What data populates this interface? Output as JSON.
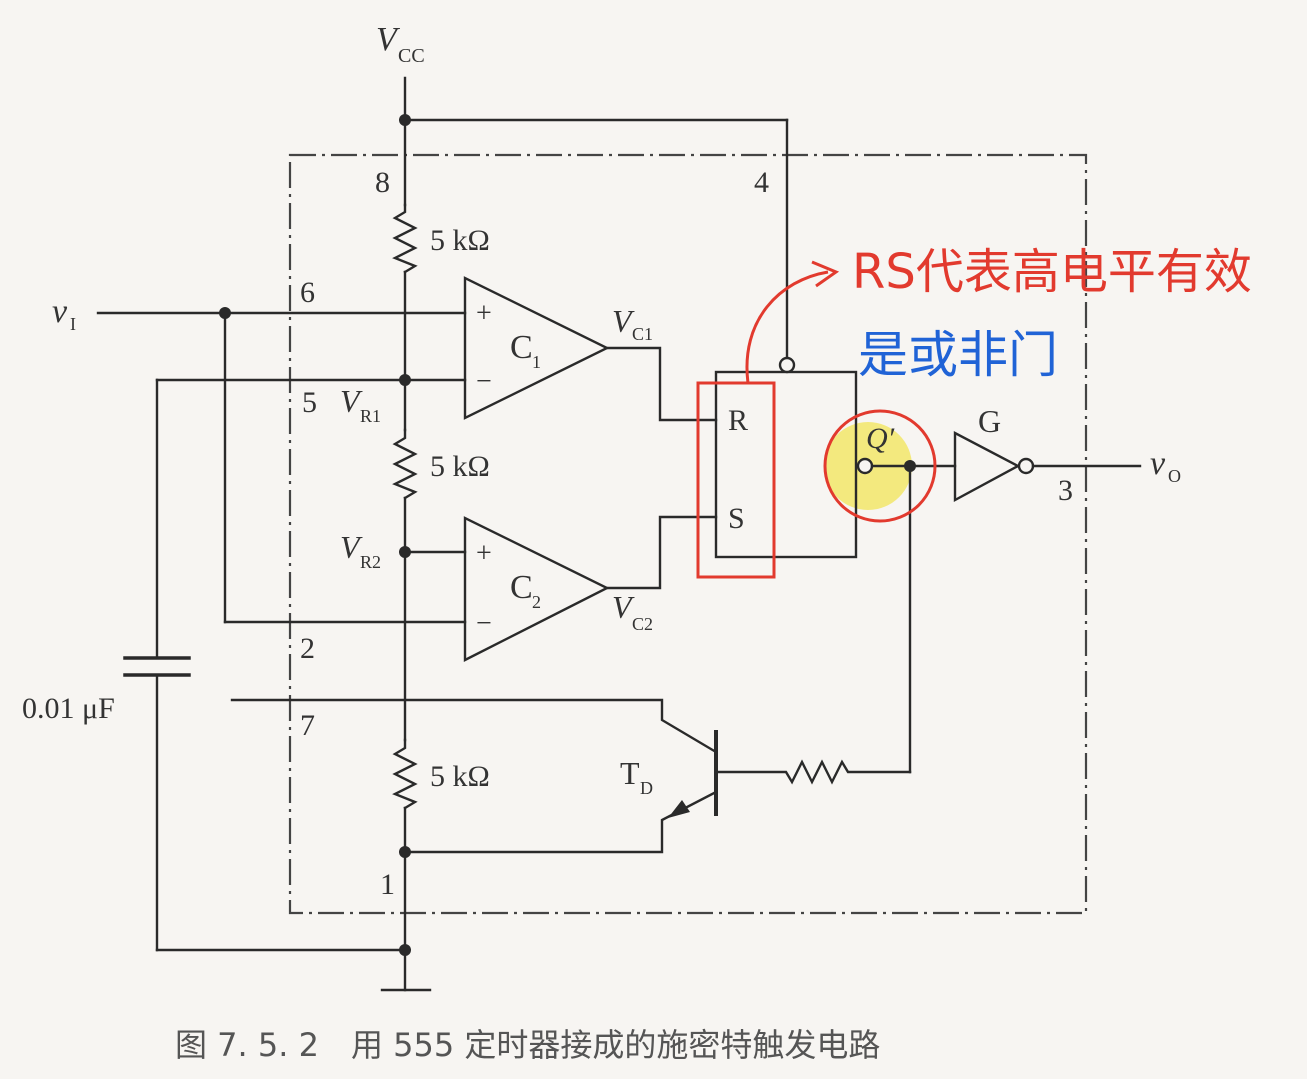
{
  "labels": {
    "vcc": "V",
    "vcc_sub": "CC",
    "pin8": "8",
    "pin4": "4",
    "pin6": "6",
    "pin5": "5",
    "pin2": "2",
    "pin7": "7",
    "pin1": "1",
    "pin3": "3",
    "r_top": "5 kΩ",
    "r_mid": "5 kΩ",
    "r_bot": "5 kΩ",
    "vi": "v",
    "vi_sub": "I",
    "vo": "v",
    "vo_sub": "O",
    "vr1": "V",
    "vr1_sub": "R1",
    "vr2": "V",
    "vr2_sub": "R2",
    "c1": "C",
    "c1_sub": "1",
    "c2": "C",
    "c2_sub": "2",
    "vc1": "V",
    "vc1_sub": "C1",
    "vc2": "V",
    "vc2_sub": "C2",
    "plus": "+",
    "minus": "−",
    "r_in": "R",
    "s_in": "S",
    "qbar": "Q′",
    "gate": "G",
    "td": "T",
    "td_sub": "D",
    "cap": "0.01 μF"
  },
  "annotations": {
    "red_note": "RS代表高电平有效",
    "blue_note": "是或非门"
  },
  "caption": "图 7. 5. 2　用 555 定时器接成的施密特触发电路",
  "colors": {
    "ink": "#2a2a2a",
    "red": "#e23a2e",
    "blue": "#2063d6",
    "highlight": "#f2e66a"
  }
}
